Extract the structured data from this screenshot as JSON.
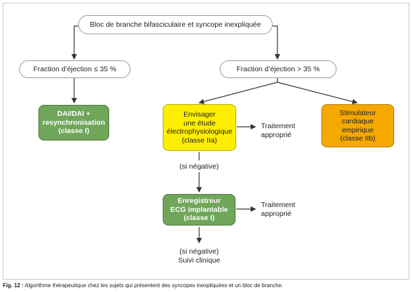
{
  "nodes": {
    "root": "Bloc de branche bifasciculaire et syncope inexpliquée",
    "left_branch": "Fraction d’éjection ≤ 35 %",
    "right_branch": "Fraction d’éjection > 35 %",
    "dai": "DAI/DAI +\nresynchronisation\n(classe I)",
    "ep_study": "Envisager\nune étude\nélectrophysiologique\n(classe IIa)",
    "pacemaker": "Stimulateur\ncardiaque\nempirique\n(classe IIb)",
    "ecg_recorder": "Enregistreur\nECG implantable\n(classe I)"
  },
  "labels": {
    "treatment_1": "Traitement\napproprié",
    "treatment_2": "Traitement\napproprié",
    "if_negative_1": "(si négative)",
    "if_negative_2": "(si négative)\nSuivi clinique"
  },
  "caption": {
    "prefix": "Fig. 12 :",
    "text": " Algorithme thérapeutique chez les sujets qui présentent des syncopes inexpliquées et un bloc de branche."
  },
  "colors": {
    "green": "#6fa65a",
    "yellow": "#ffee00",
    "orange": "#f5a800",
    "line": "#333333"
  }
}
